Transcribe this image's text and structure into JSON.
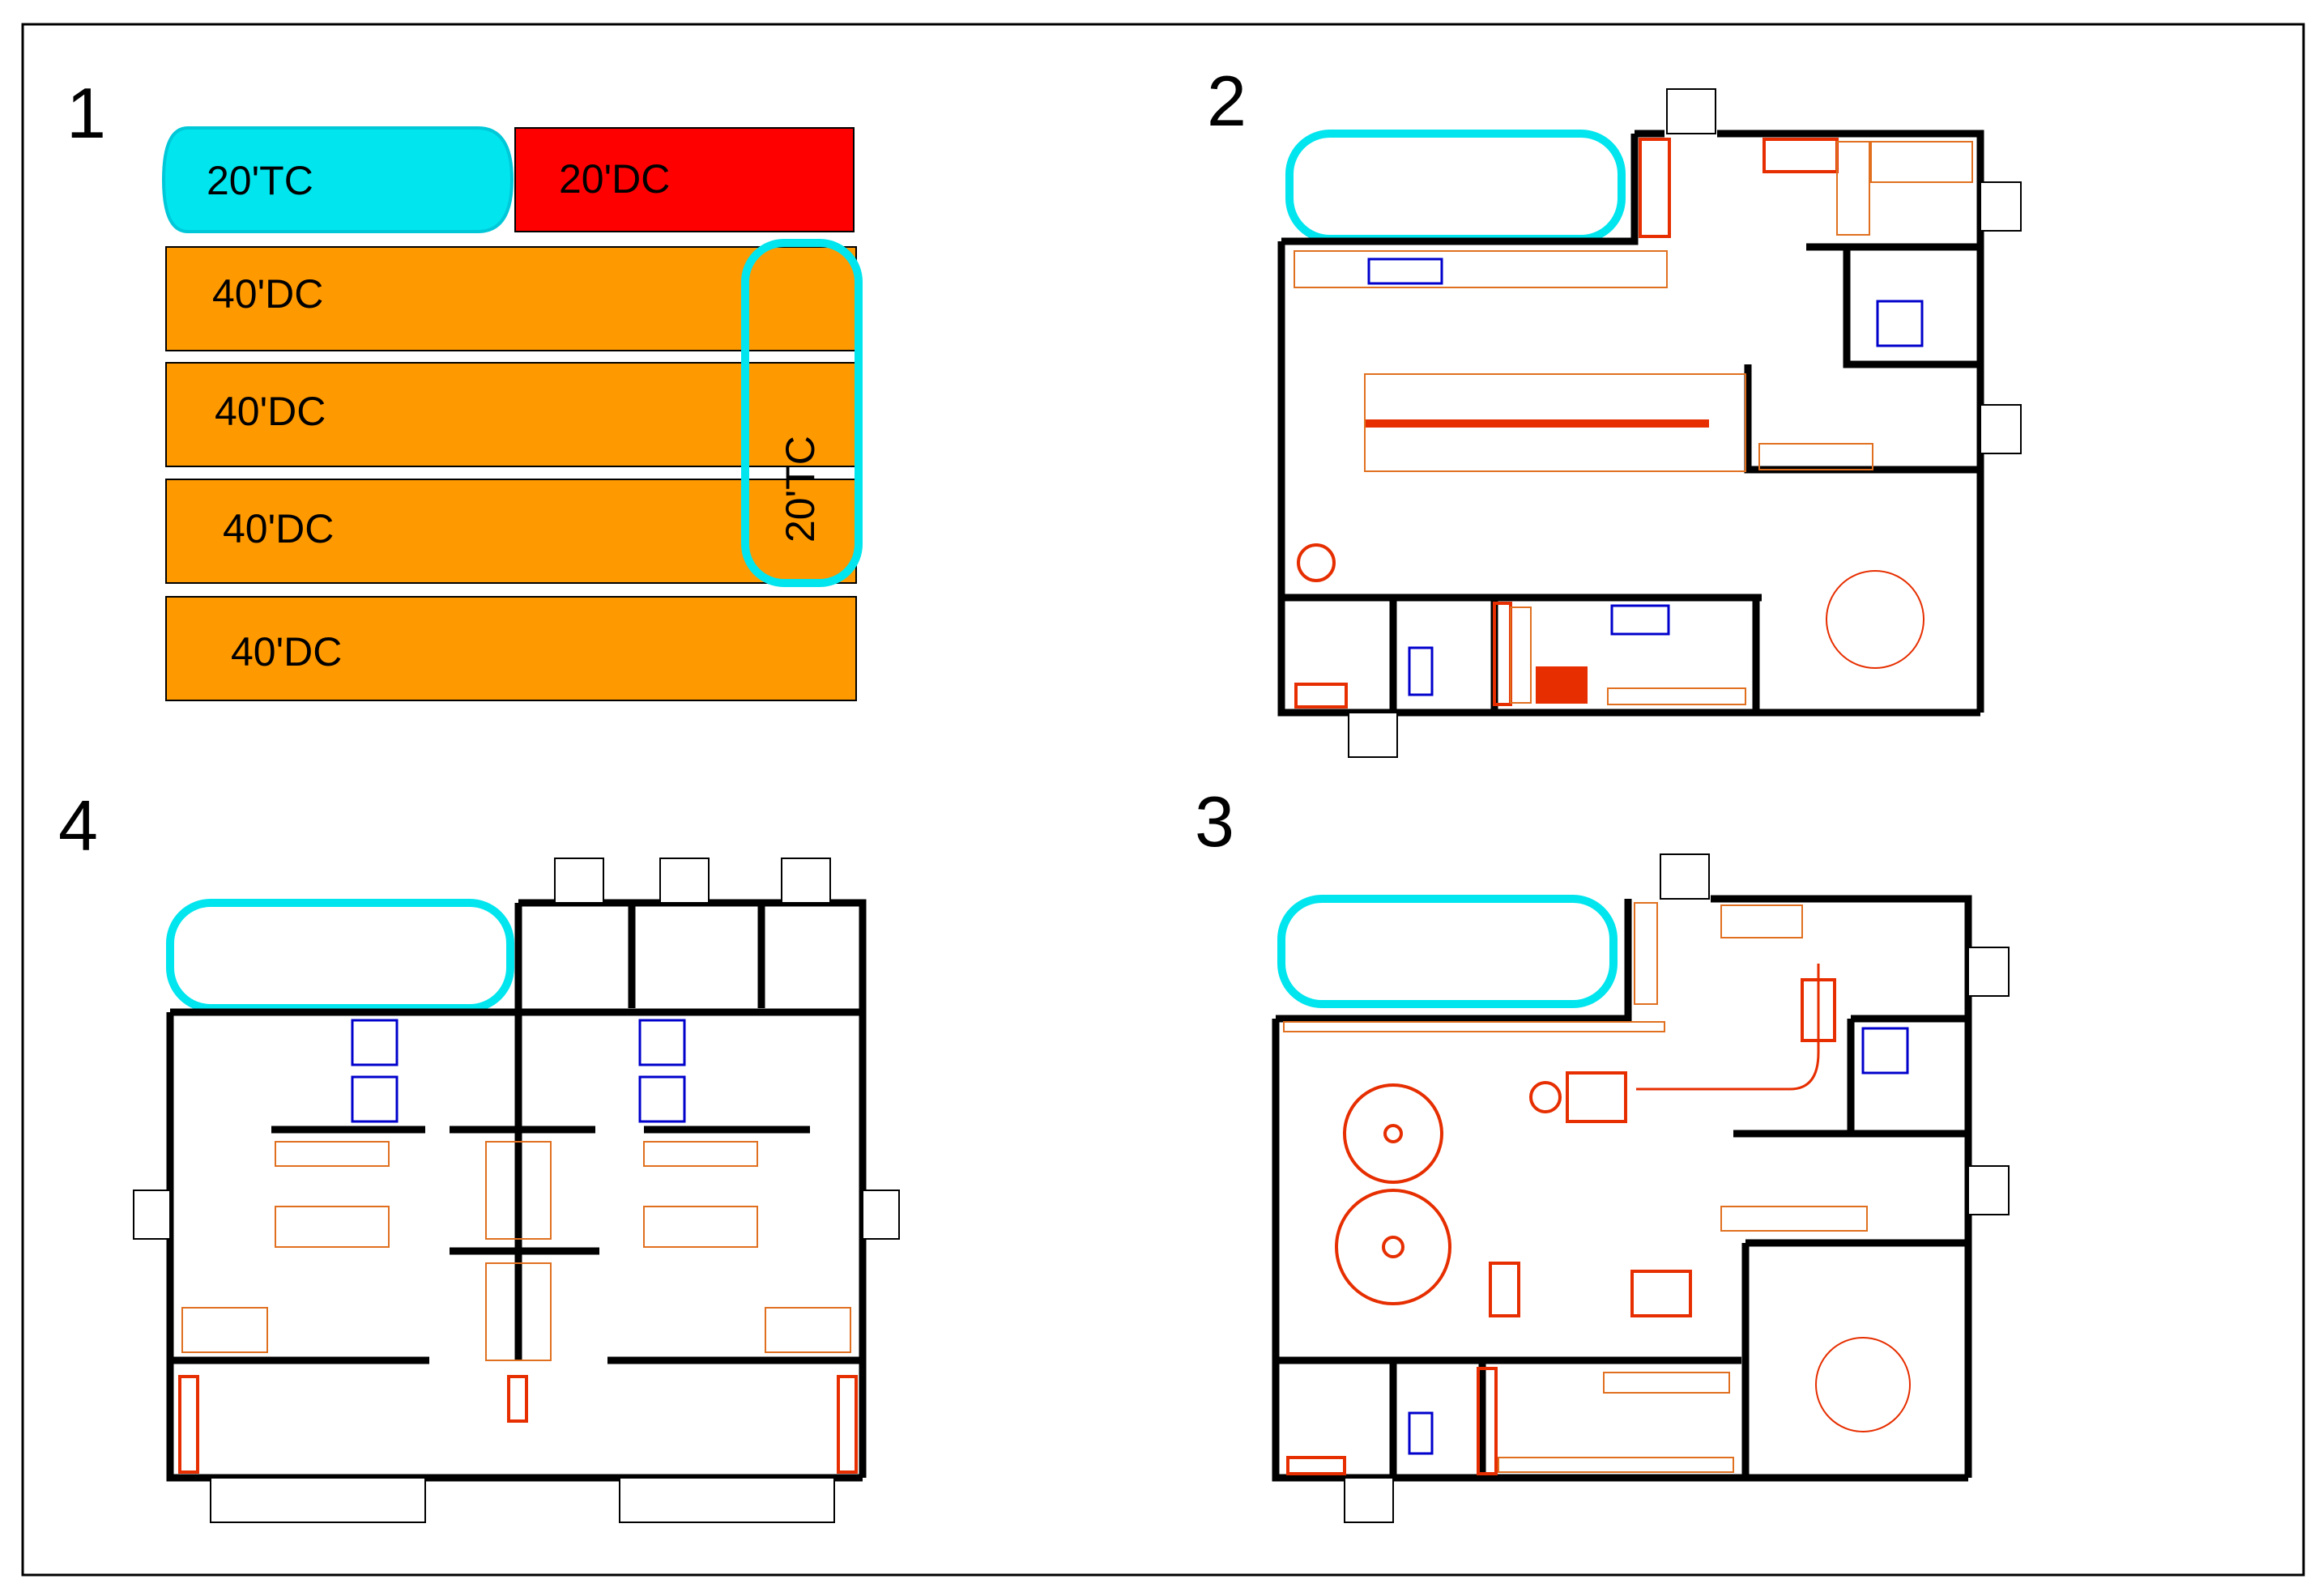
{
  "panels": [
    {
      "number": "1",
      "title": "Container arrangement"
    },
    {
      "number": "2"
    },
    {
      "number": "3"
    },
    {
      "number": "4"
    }
  ],
  "containers": {
    "tc_20_a": "20'TC",
    "dc_20": "20'DC",
    "dc_40_1": "40'DC",
    "dc_40_2": "40'DC",
    "dc_40_3": "40'DC",
    "dc_40_4": "40'DC",
    "tc_20_b": "20'TC"
  },
  "colors": {
    "tank_container": "#00e5ee",
    "dry_20": "#ff0000",
    "dry_40": "#ff9900",
    "wall": "#000000",
    "sanitary": "#0000cc",
    "equipment": "#e62e00",
    "furniture": "#e07020"
  }
}
